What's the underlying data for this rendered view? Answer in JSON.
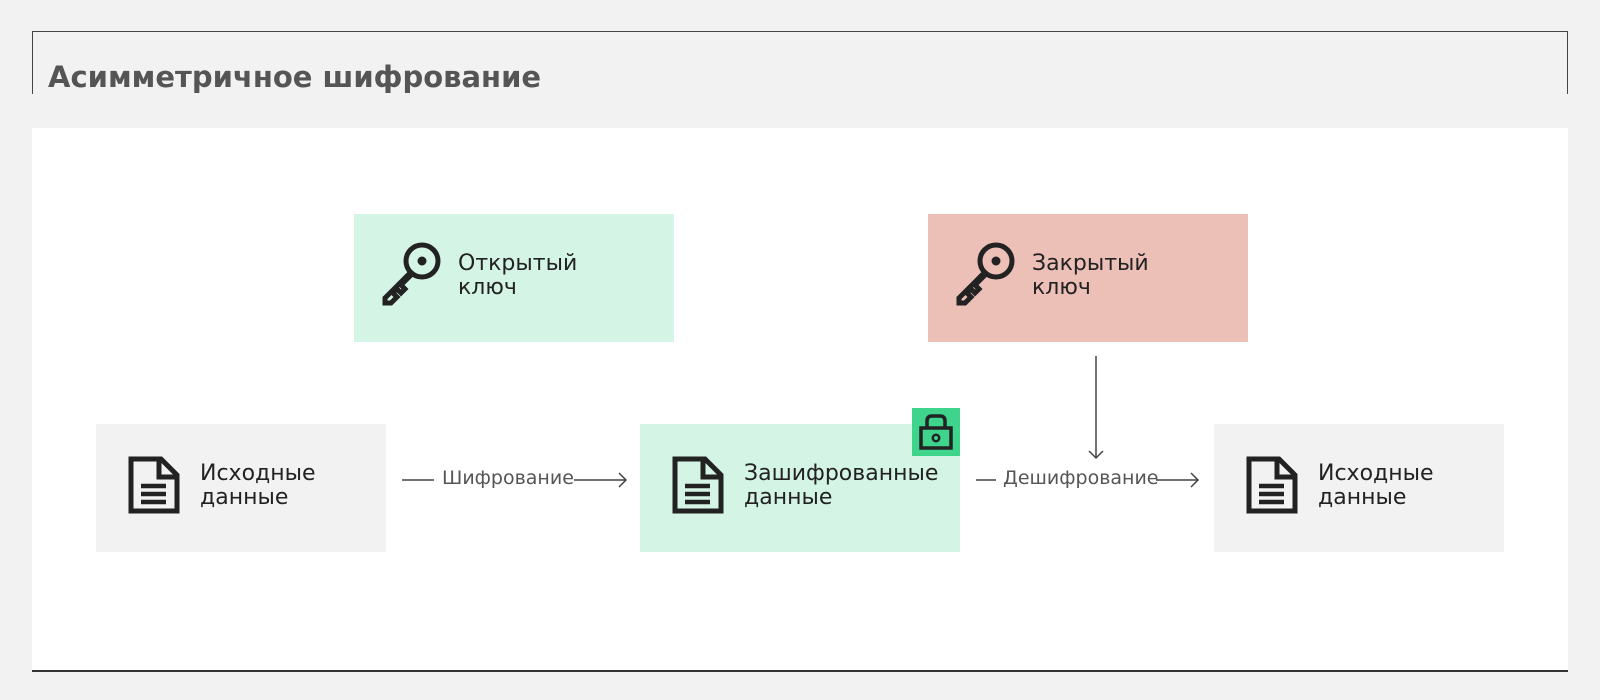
{
  "title": "Асимметричное шифрование",
  "keys": {
    "public": {
      "label": "Открытый\nключ",
      "icon": "key-icon",
      "color": "#d4f5e6"
    },
    "private": {
      "label": "Закрытый\nключ",
      "icon": "key-icon",
      "color": "#ecbfb7"
    }
  },
  "nodes": {
    "source": {
      "label": "Исходные\nданные",
      "icon": "document-icon",
      "color": "#f2f2f2"
    },
    "encrypted": {
      "label": "Зашифрованные\nданные",
      "icon": "document-icon",
      "badge_icon": "lock-icon",
      "color": "#d4f5e6",
      "badge_color": "#3ed48c"
    },
    "result": {
      "label": "Исходные\nданные",
      "icon": "document-icon",
      "color": "#f2f2f2"
    }
  },
  "edges": {
    "encrypt": "Шифрование",
    "decrypt": "Дешифрование"
  }
}
